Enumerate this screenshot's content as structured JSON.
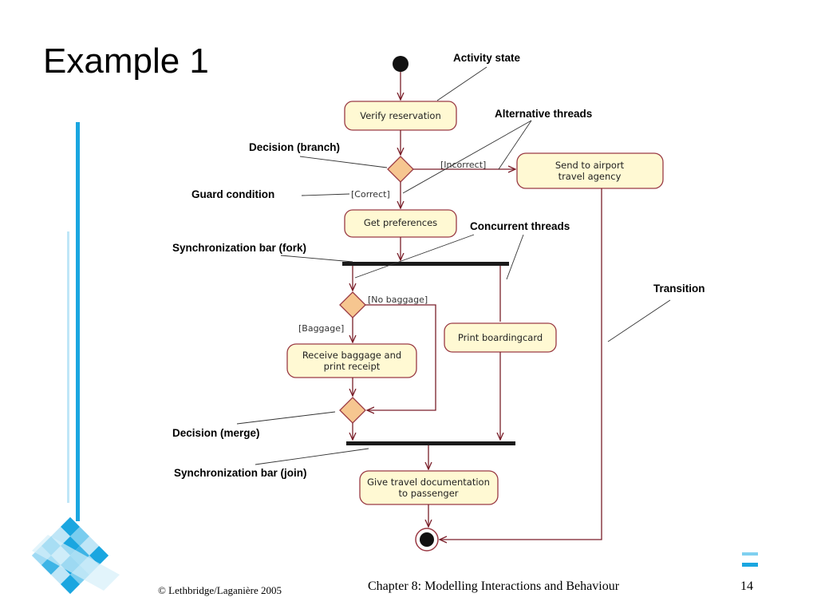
{
  "slide": {
    "title": "Example 1",
    "footer_left": "© Lethbridge/Laganière 2005",
    "footer_center": "Chapter 8: Modelling Interactions and Behaviour",
    "page_number": "14"
  },
  "colors": {
    "accent_blue": "#1aa6e0",
    "node_fill": "#fff9d3",
    "node_stroke": "#9a3a44",
    "decision_fill": "#f6c690",
    "arrow": "#7a1f2a"
  },
  "diagram": {
    "activities": {
      "verify": "Verify reservation",
      "send_l1": "Send to airport",
      "send_l2": "travel agency",
      "prefs": "Get preferences",
      "print": "Print boardingcard",
      "receive_l1": "Receive baggage and",
      "receive_l2": "print receipt",
      "give_l1": "Give travel documentation",
      "give_l2": "to passenger"
    },
    "guards": {
      "incorrect": "[Incorrect]",
      "correct": "[Correct]",
      "no_baggage": "[No baggage]",
      "baggage": "[Baggage]"
    },
    "annotations": {
      "activity_state": "Activity state",
      "alternative_threads": "Alternative threads",
      "decision_branch": "Decision (branch)",
      "guard_condition": "Guard condition",
      "concurrent_threads": "Concurrent threads",
      "sync_fork": "Synchronization bar (fork)",
      "transition": "Transition",
      "decision_merge": "Decision (merge)",
      "sync_join": "Synchronization bar (join)"
    }
  }
}
